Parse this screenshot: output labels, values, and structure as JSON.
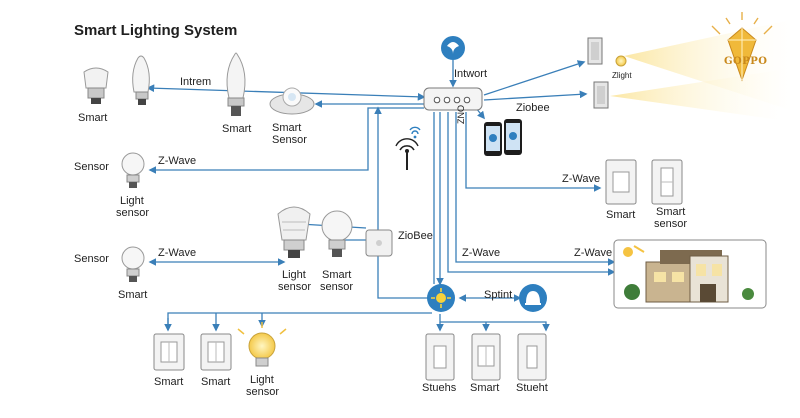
{
  "title": "Smart Lighting System",
  "logo": {
    "text": "GOPPO"
  },
  "hub": {
    "label": "Intwort"
  },
  "edges": {
    "intrem": "Intrem",
    "ziobee_top": "Ziobee",
    "zwave_left1": "Z-Wave",
    "zwave_left2": "Z-Wave",
    "zwave_right1": "Z-Wave",
    "zwave_mid": "Z-Wave",
    "zwave_right2": "Z-Wave",
    "ziobee_mid": "ZioBee",
    "zno": "ZNO",
    "sptint": "Sptint"
  },
  "top_lights": {
    "smart1": "Smart",
    "smart2": "Smart",
    "sensor_line1": "Smart",
    "sensor_line2": "Sensor"
  },
  "left_sensors": {
    "sensor1_side": "Sensor",
    "light_sensor_line1": "Light",
    "light_sensor_line2": "sensor",
    "sensor2_side": "Sensor",
    "smart3": "Smart"
  },
  "middle_bulbs": {
    "light_sensor_line1": "Light",
    "light_sensor_line2": "sensor",
    "smart_sensor_line1": "Smart",
    "smart_sensor_line2": "sensor"
  },
  "right_panel": {
    "zlight": "Zlight",
    "switch1": "Smart",
    "switch2_line1": "Smart",
    "switch2_line2": "sensor"
  },
  "bottom_left": {
    "s1": "Smart",
    "s2": "Smart",
    "ls_line1": "Light",
    "ls_line2": "sensor"
  },
  "bottom_right": {
    "s1": "Stuehs",
    "s2": "Smart",
    "s3": "Stueht"
  },
  "colors": {
    "line": "#3a7fb8",
    "hub_blue": "#2e7fbf",
    "switch_fill": "#f3f3f3",
    "glow": "#fbe6a0",
    "logo_gold": "#d99a25"
  }
}
